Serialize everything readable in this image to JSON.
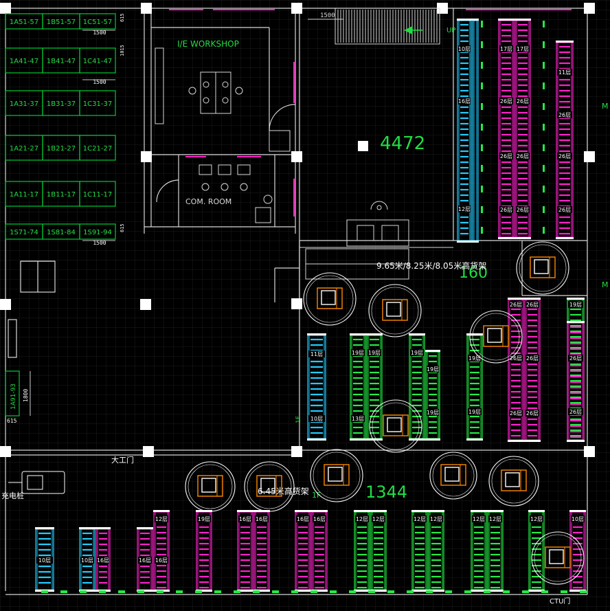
{
  "colors": {
    "background": "#000000",
    "grid": "#1c1c1c",
    "wall": "#d8d8d8",
    "cell_green": "#00cc33",
    "text_green": "#22dd44",
    "rack_magenta": "#ff22cc",
    "rack_green": "#22ee44",
    "rack_cyan": "#22ccff",
    "robot_orange": "#ff8800",
    "white": "#ffffff"
  },
  "storage_grid": {
    "rows": [
      {
        "cells": [
          "1A51-57",
          "1B51-57",
          "1C51-57"
        ],
        "dim": "1500",
        "side": "615"
      },
      {
        "cells": [
          "1A41-47",
          "1B41-47",
          "1C41-47"
        ],
        "dim": "1500",
        "side": "1015"
      },
      {
        "cells": [
          "1A31-37",
          "1B31-37",
          "1C31-37"
        ],
        "dim": "",
        "side": ""
      },
      {
        "cells": [
          "1A21-27",
          "1B21-27",
          "1C21-27"
        ],
        "dim": "",
        "side": ""
      },
      {
        "cells": [
          "1A11-17",
          "1B11-17",
          "1C11-17"
        ],
        "dim": "",
        "side": ""
      },
      {
        "cells": [
          "1S71-74",
          "1S81-84",
          "1S91-94"
        ],
        "dim": "1500",
        "side": "615"
      }
    ],
    "vertical_cell": "1A91-93",
    "vertical_dim": "1800",
    "vertical_side": "615"
  },
  "rooms": {
    "workshop": "I/E WORKSHOP",
    "com_room": "COM. ROOM",
    "stair_dim": "1500",
    "stair_up": "UP"
  },
  "areas": {
    "upper_area": "4472",
    "middle_area": "160",
    "lower_area": "1344"
  },
  "annotations": {
    "rack_height_upper": "9.65米/8.25米/8.05米高货架",
    "rack_height_lower": "6.45米高货架",
    "big_door": "大工门",
    "charger": "充电桩",
    "ctu_door": "CTU门",
    "edge_m": "M",
    "floor_label_left": "1F",
    "floor_label_bottom": "1F"
  },
  "rack_labels": {
    "l10": "10层",
    "l11": "11层",
    "l12": "12层",
    "l13": "13层",
    "l16": "16层",
    "l17": "17层",
    "l19": "19层",
    "l26": "26层"
  }
}
